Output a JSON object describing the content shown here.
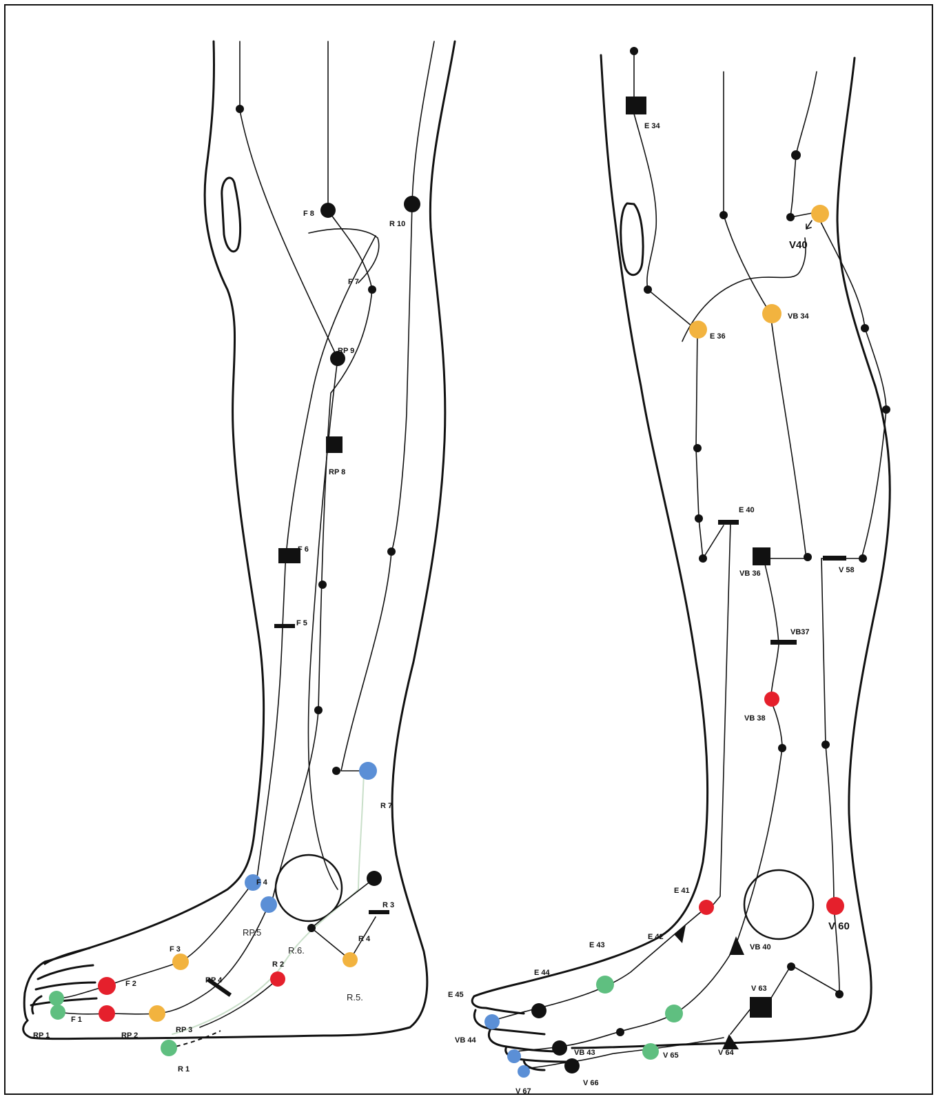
{
  "colors": {
    "black": "#111111",
    "red": "#e5202c",
    "orange": "#f2b33f",
    "blue": "#5b8fd6",
    "green": "#5fbf80"
  },
  "labels": {
    "F8": "F 8",
    "R10": "R 10",
    "F7": "F 7",
    "RP9": "RP 9",
    "RP8": "RP 8",
    "F6": "F 6",
    "F5": "F 5",
    "R7": "R 7",
    "F4": "F 4",
    "RP5": "RP.5",
    "R3": "R 3",
    "R4": "R 4",
    "R6": "R.6.",
    "F3": "F 3",
    "R2": "R 2",
    "R5": "R.5.",
    "F2": "F 2",
    "RP4": "RP 4",
    "F1": "F 1",
    "RP1": "RP 1",
    "RP2": "RP 2",
    "RP3": "RP 3",
    "R1": "R 1",
    "E34": "E 34",
    "V40": "V40",
    "VB34": "VB 34",
    "E36": "E 36",
    "E40": "E 40",
    "VB36": "VB 36",
    "V58": "V 58",
    "VB37": "VB37",
    "VB38": "VB 38",
    "E41": "E 41",
    "E42": "E 42",
    "E43": "E 43",
    "E44": "E 44",
    "E45": "E 45",
    "VB40": "VB 40",
    "V60": "V 60",
    "V63": "V 63",
    "VB44": "VB 44",
    "VB43": "VB 43",
    "V65": "V 65",
    "V64": "V 64",
    "V67": "V 67",
    "V66": "V 66"
  }
}
